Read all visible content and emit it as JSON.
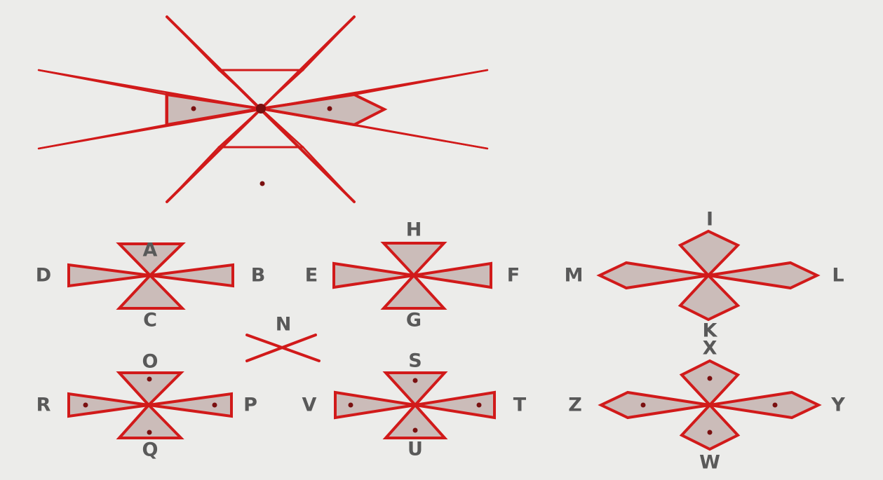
{
  "colors": {
    "background": "#ececea",
    "stroke": "#d11a1a",
    "fill": "#cbbcb9",
    "label": "#595959",
    "dot": "#7a1010"
  },
  "glyphs": {
    "group_1": {
      "top": "A",
      "right": "B",
      "bottom": "C",
      "left": "D"
    },
    "group_2": {
      "left": "E",
      "right": "F",
      "bottom": "G",
      "top": "H"
    },
    "group_3": {
      "top": "I",
      "bottom": "K",
      "right": "L",
      "left": "M"
    },
    "group_4": {
      "single": "N"
    },
    "group_5": {
      "top": "O",
      "right": "P",
      "bottom": "Q",
      "left": "R"
    },
    "group_6": {
      "top": "S",
      "right": "T",
      "bottom": "U",
      "left": "V"
    },
    "group_7": {
      "bottom": "W",
      "top": "X",
      "right": "Y",
      "left": "Z"
    }
  }
}
